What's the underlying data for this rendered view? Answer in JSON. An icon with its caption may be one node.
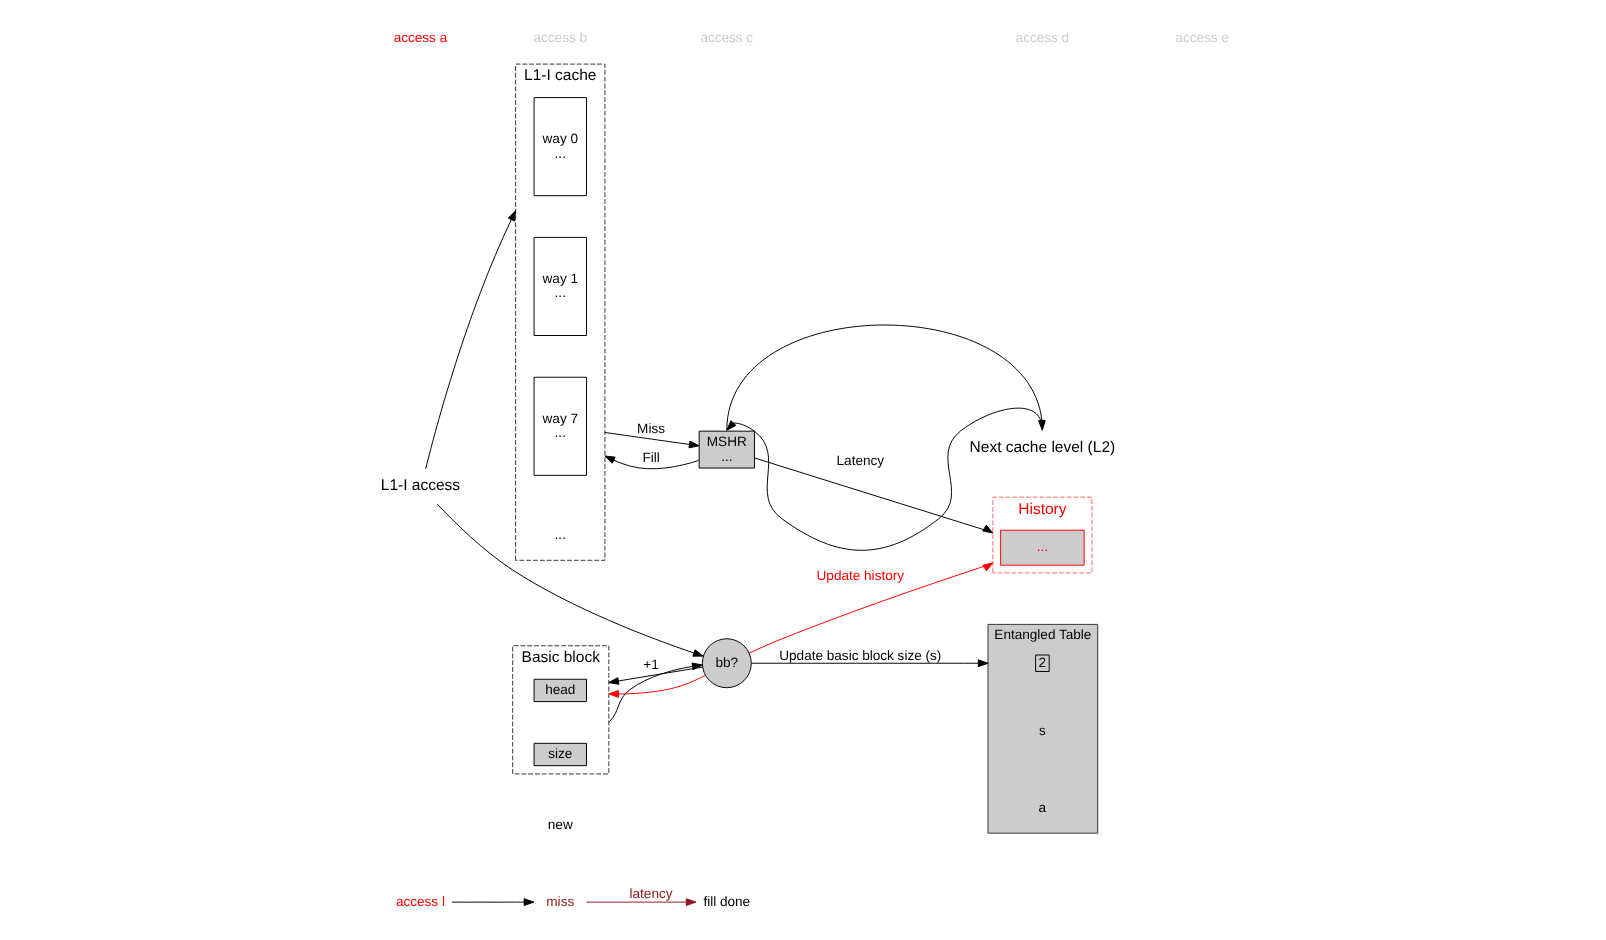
{
  "diagram": {
    "nodes": [
      {
        "text": [
          "access l"
        ]
      },
      {
        "text": [
          "miss"
        ]
      },
      {
        "text": [
          "fill done"
        ]
      },
      {
        "text": [
          "Entangled Table"
        ]
      },
      {
        "text": [
          "2"
        ],
        "in": 3
      },
      {
        "text": [
          "L1-I access"
        ]
      },
      {
        "text": [
          "L1-I cache"
        ]
      },
      {
        "text": [
          "way 0",
          "..."
        ],
        "in": 6
      },
      {
        "text": [
          "way 1",
          "..."
        ],
        "in": 6
      },
      {
        "text": [
          "way 7",
          "..."
        ],
        "in": 6
      },
      {
        "text": [
          "Basic block"
        ]
      },
      {
        "text": [
          "head"
        ],
        "in": 10
      },
      {
        "text": [
          "size"
        ],
        "in": 10
      },
      {
        "text": [
          "bb?"
        ]
      },
      {
        "text": [
          "History"
        ]
      },
      {
        "text": [
          "..."
        ],
        "in": 14
      },
      {
        "text": [
          "MSHR",
          "..."
        ]
      },
      {
        "text": [
          "Next cache level (L2)"
        ]
      }
    ],
    "edges": [
      {
        "from": 0,
        "to": 1,
        "arrow": "to"
      },
      {
        "from": 1,
        "to": 2,
        "arrow": "to",
        "label": "latency",
        "color": "#8b1a1a"
      },
      {
        "from": 13,
        "to": 3,
        "arrow": "to",
        "label": "Update basic block size (s)"
      },
      {
        "from": 5,
        "to": 6,
        "arrow": "to"
      },
      {
        "from": 5,
        "to": 13,
        "arrow": "to"
      },
      {
        "from": 10,
        "to": 13,
        "arrow": "to"
      },
      {
        "from": 13,
        "to": 10,
        "arrow": "to",
        "label": "+1"
      },
      {
        "from": 13,
        "to": 10,
        "arrow": "to",
        "color": "#ff0000"
      },
      {
        "from": 13,
        "to": 14,
        "arrow": "to",
        "label": "Update history",
        "color": "#ff0000"
      },
      {
        "from": 6,
        "to": 16,
        "arrow": "to",
        "label": "Miss"
      },
      {
        "from": 16,
        "to": 6,
        "arrow": "to",
        "label": "Fill"
      },
      {
        "from": 16,
        "to": 14,
        "arrow": "to",
        "label": "Latency"
      },
      {
        "from": 16,
        "to": 17,
        "arrow": "to"
      },
      {
        "from": 17,
        "to": 16,
        "arrow": "to"
      }
    ],
    "labels": [
      "access a",
      "access b",
      "access c",
      "access d",
      "access e",
      "s",
      "a",
      "...",
      "new"
    ]
  }
}
